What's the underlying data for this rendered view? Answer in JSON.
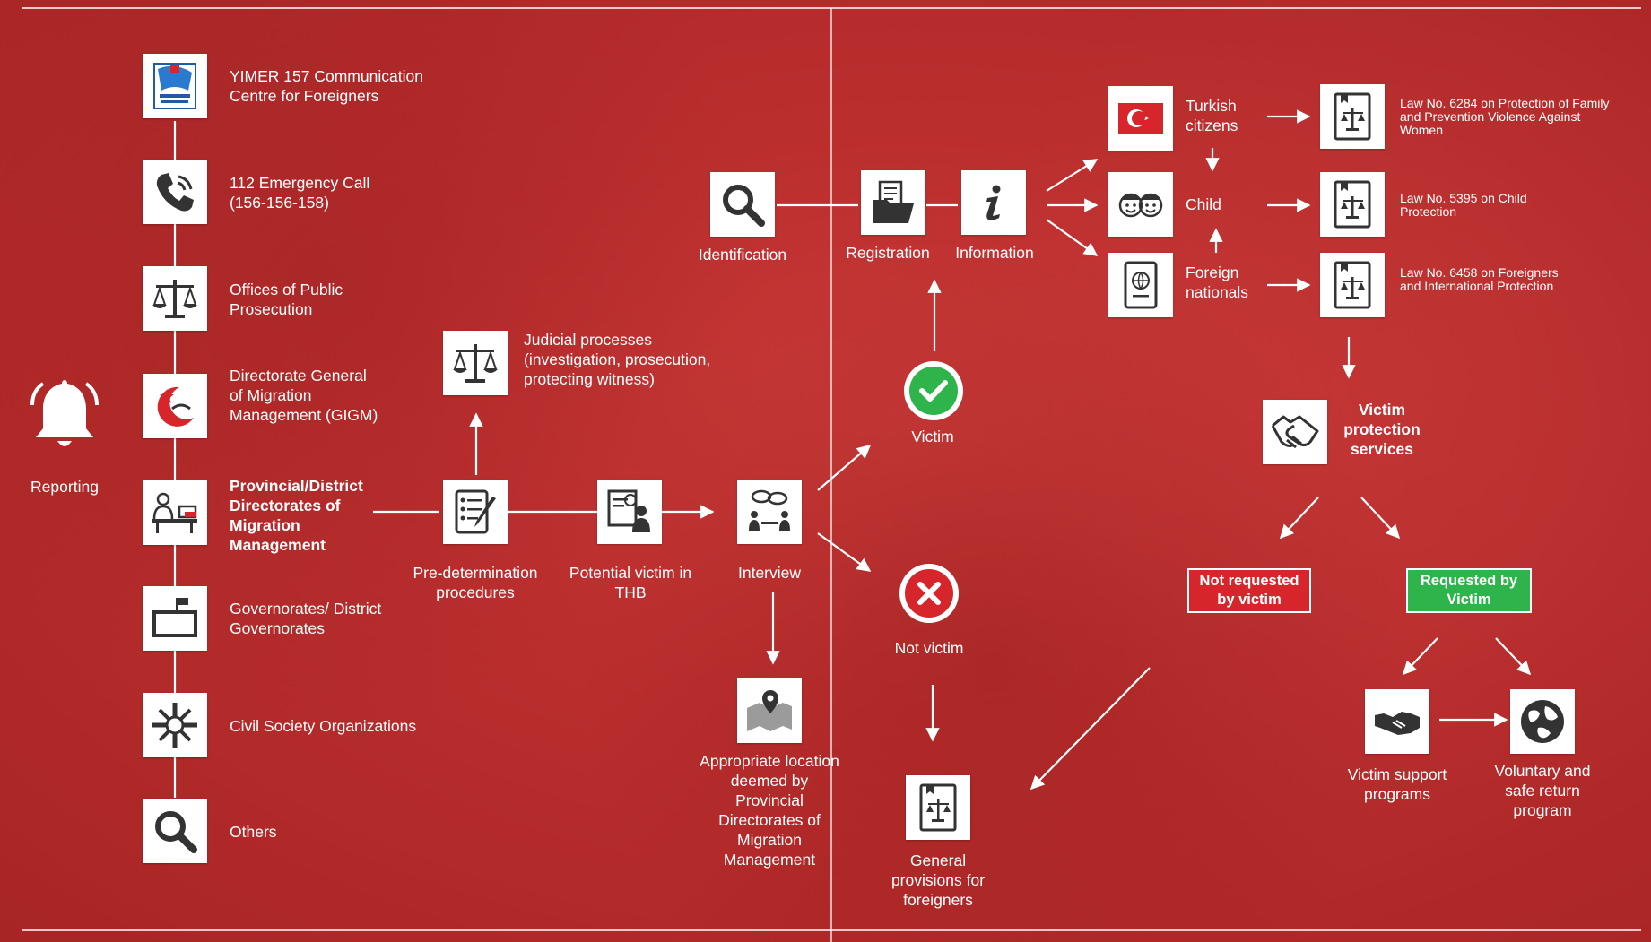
{
  "colors": {
    "background": "#b72a2a",
    "accept": "#2eb44a",
    "reject": "#d6252b",
    "line": "#ffffff"
  },
  "reporting": {
    "label": "Reporting",
    "icon": "bell-icon"
  },
  "channels": [
    {
      "label": "YIMER 157 Communication Centre for Foreigners",
      "icon": "yimer-logo-icon"
    },
    {
      "label": "112 Emergency Call (156-156-158)",
      "icon": "phone-icon"
    },
    {
      "label": "Offices of Public Prosecution",
      "icon": "scales-icon"
    },
    {
      "label": "Directorate General of Migration Management (GIGM)",
      "icon": "migration-emblem-icon"
    },
    {
      "label": "Provincial/District Directorates of Migration Management",
      "icon": "office-desk-icon"
    },
    {
      "label": "Governorates/ District Governorates",
      "icon": "building-flag-icon"
    },
    {
      "label": "Civil Society Organizations",
      "icon": "joined-hands-icon"
    },
    {
      "label": "Others",
      "icon": "search-icon"
    }
  ],
  "flow": {
    "judicial": "Judicial processes (investigation, prosecution, protecting witness)",
    "predetermination": "Pre-determination procedures",
    "potential_victim": "Potential victim in THB",
    "interview": "Interview",
    "appropriate_location": "Appropriate location deemed by Provincial Directorates of Migration Management",
    "victim": "Victim",
    "not_victim": "Not victim",
    "general_provisions": "General provisions for foreigners",
    "identification": "Identification",
    "registration": "Registration",
    "information": "Information"
  },
  "groups": [
    {
      "label": "Turkish citizens",
      "icon": "turkish-flag-icon",
      "law": "Law No. 6284 on Protection of Family and Prevention Violence Against Women"
    },
    {
      "label": "Child",
      "icon": "children-icon",
      "law": "Law No. 5395 on Child Protection"
    },
    {
      "label": "Foreign nationals",
      "icon": "passport-icon",
      "law": "Law No. 6458 on Foreigners and International Protection"
    }
  ],
  "protection": {
    "label": "Victim protection services",
    "not_requested": "Not requested by victim",
    "requested": "Requested by Victim",
    "support": "Victim support programs",
    "return": "Voluntary and safe return program"
  }
}
